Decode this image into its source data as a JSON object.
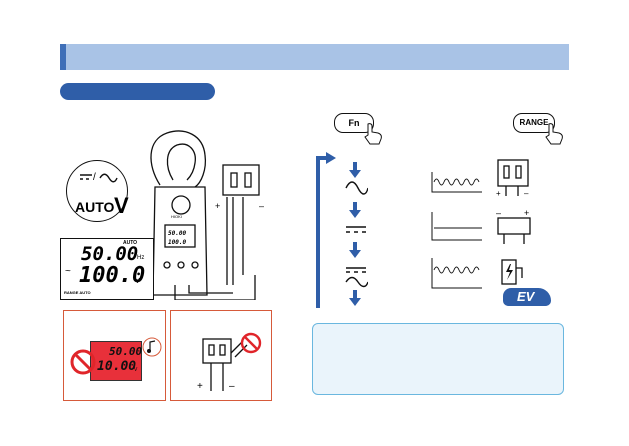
{
  "colors": {
    "accent": "#2f5ea8",
    "header": "#a9c3e6",
    "warning_red": "#e0252a",
    "lcd_red": "#e8303a"
  },
  "lcd_main": {
    "auto_label": "AUTO",
    "top_value": "50.00",
    "top_unit": "Hz",
    "bottom_value": "100.0",
    "bottom_unit": "V",
    "range_label": "RANGE AUTO",
    "ac_symbol": "~"
  },
  "mode_callout": {
    "auto_label": "AUTO",
    "unit": "V"
  },
  "buttons": {
    "fn_label": "Fn",
    "range_label": "RANGE"
  },
  "meter": {
    "brand_label": "HIOKI",
    "lcd_top": "50.00",
    "lcd_bottom": "100.0"
  },
  "warning_lcd": {
    "top_value": "50.00",
    "bottom_value": "10.00",
    "unit": "V"
  },
  "ev_badge": "EV",
  "icons": {
    "fn_press": "finger-press-icon",
    "range_press": "finger-press-icon",
    "outlet": "outlet-icon",
    "battery": "battery-icon",
    "charger": "ev-charger-icon",
    "buzzer": "buzzer-note-icon",
    "prohibited": "prohibited-icon"
  }
}
